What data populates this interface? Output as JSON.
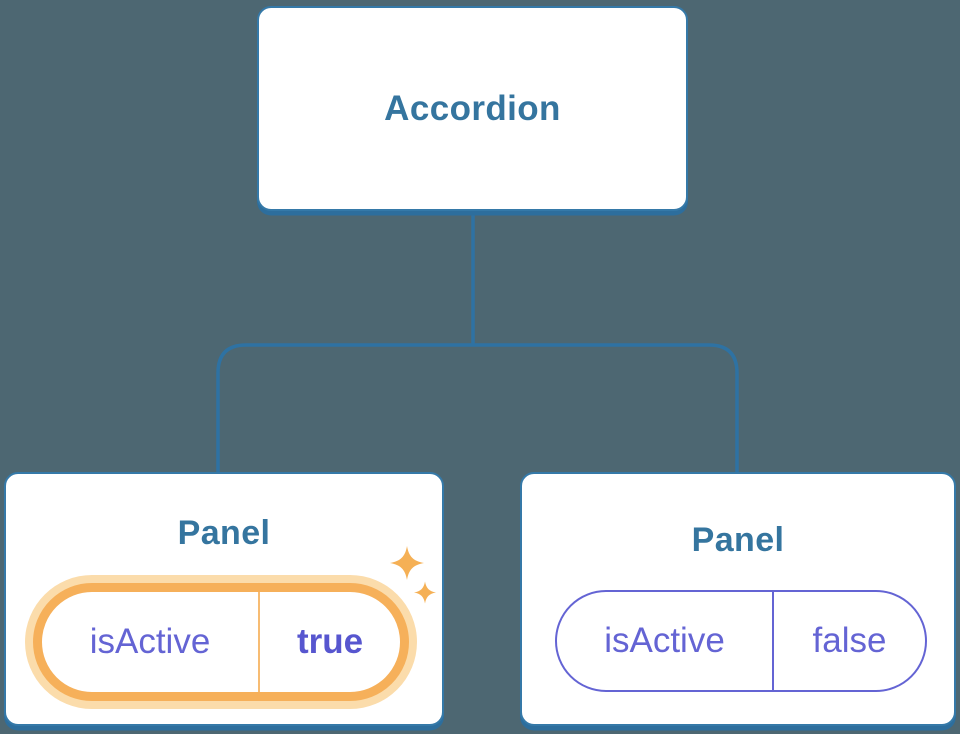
{
  "colors": {
    "background": "#4d6772",
    "line_blue": "#2e72a3",
    "node_border_blue": "#3579a8",
    "node_shadow_blue": "#2d6e9d",
    "label_blue": "#35759f",
    "prop_purple": "#6464d4",
    "prop_value_purple": "#5756cf",
    "highlight_orange": "#f6b05a",
    "highlight_glow": "#fbdcab",
    "sparkle_orange": "#f5b055",
    "node_bg": "#ffffff"
  },
  "tree": {
    "root": {
      "label": "Accordion"
    },
    "children": [
      {
        "label": "Panel",
        "prop": {
          "name": "isActive",
          "value": "true"
        },
        "highlighted": true,
        "icon": "sparkles-icon"
      },
      {
        "label": "Panel",
        "prop": {
          "name": "isActive",
          "value": "false"
        },
        "highlighted": false
      }
    ]
  }
}
